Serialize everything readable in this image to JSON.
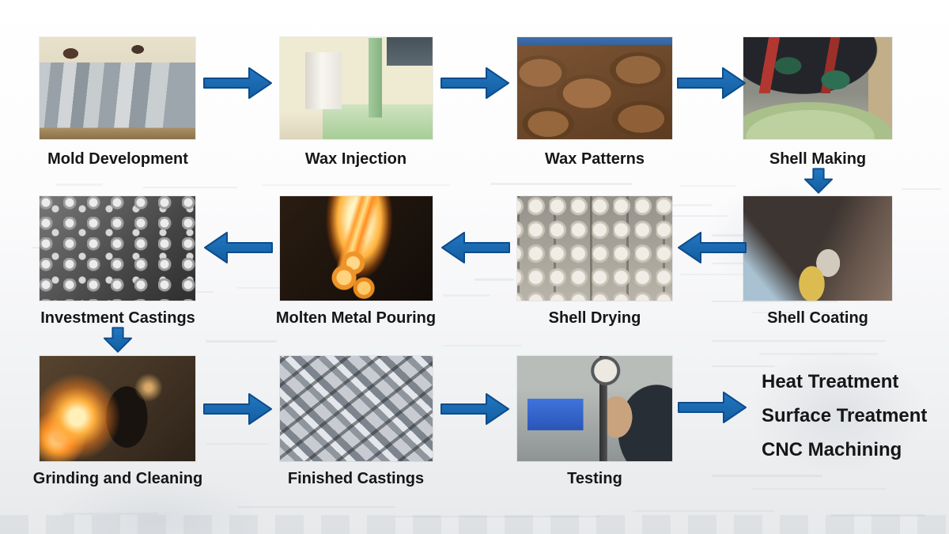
{
  "flow": {
    "rows": [
      {
        "steps": [
          {
            "label": "Mold Development",
            "photo": "metal-injection-molds-on-workbench"
          },
          {
            "label": "Wax Injection",
            "photo": "wax-injection-machine-with-tank"
          },
          {
            "label": "Wax Patterns",
            "photo": "brown-wax-pattern-parts-in-tray"
          },
          {
            "label": "Shell Making",
            "photo": "worker-coating-green-shell-cluster"
          }
        ]
      },
      {
        "steps": [
          {
            "label": "Investment Castings",
            "photo": "casting-trees-black-and-white"
          },
          {
            "label": "Molten Metal Pouring",
            "photo": "molten-metal-stream-into-molds"
          },
          {
            "label": "Shell Drying",
            "photo": "white-ceramic-shells-hanging-on-racks"
          },
          {
            "label": "Shell Coating",
            "photo": "gloved-hand-dipping-shell-in-sand"
          }
        ]
      },
      {
        "steps": [
          {
            "label": "Grinding and Cleaning",
            "photo": "worker-grinding-with-sparks"
          },
          {
            "label": "Finished Castings",
            "photo": "pile-of-polished-steel-castings"
          },
          {
            "label": "Testing",
            "photo": "dial-indicator-gauge-on-inspection-bench"
          }
        ]
      }
    ],
    "final_processes": [
      {
        "label": "Heat Treatment"
      },
      {
        "label": "Surface Treatment"
      },
      {
        "label": "CNC Machining"
      }
    ]
  },
  "colors": {
    "arrow_fill_top": "#2377c3",
    "arrow_fill_bottom": "#135d9f",
    "arrow_stroke": "#0c4c8c",
    "label_color": "#161616"
  }
}
